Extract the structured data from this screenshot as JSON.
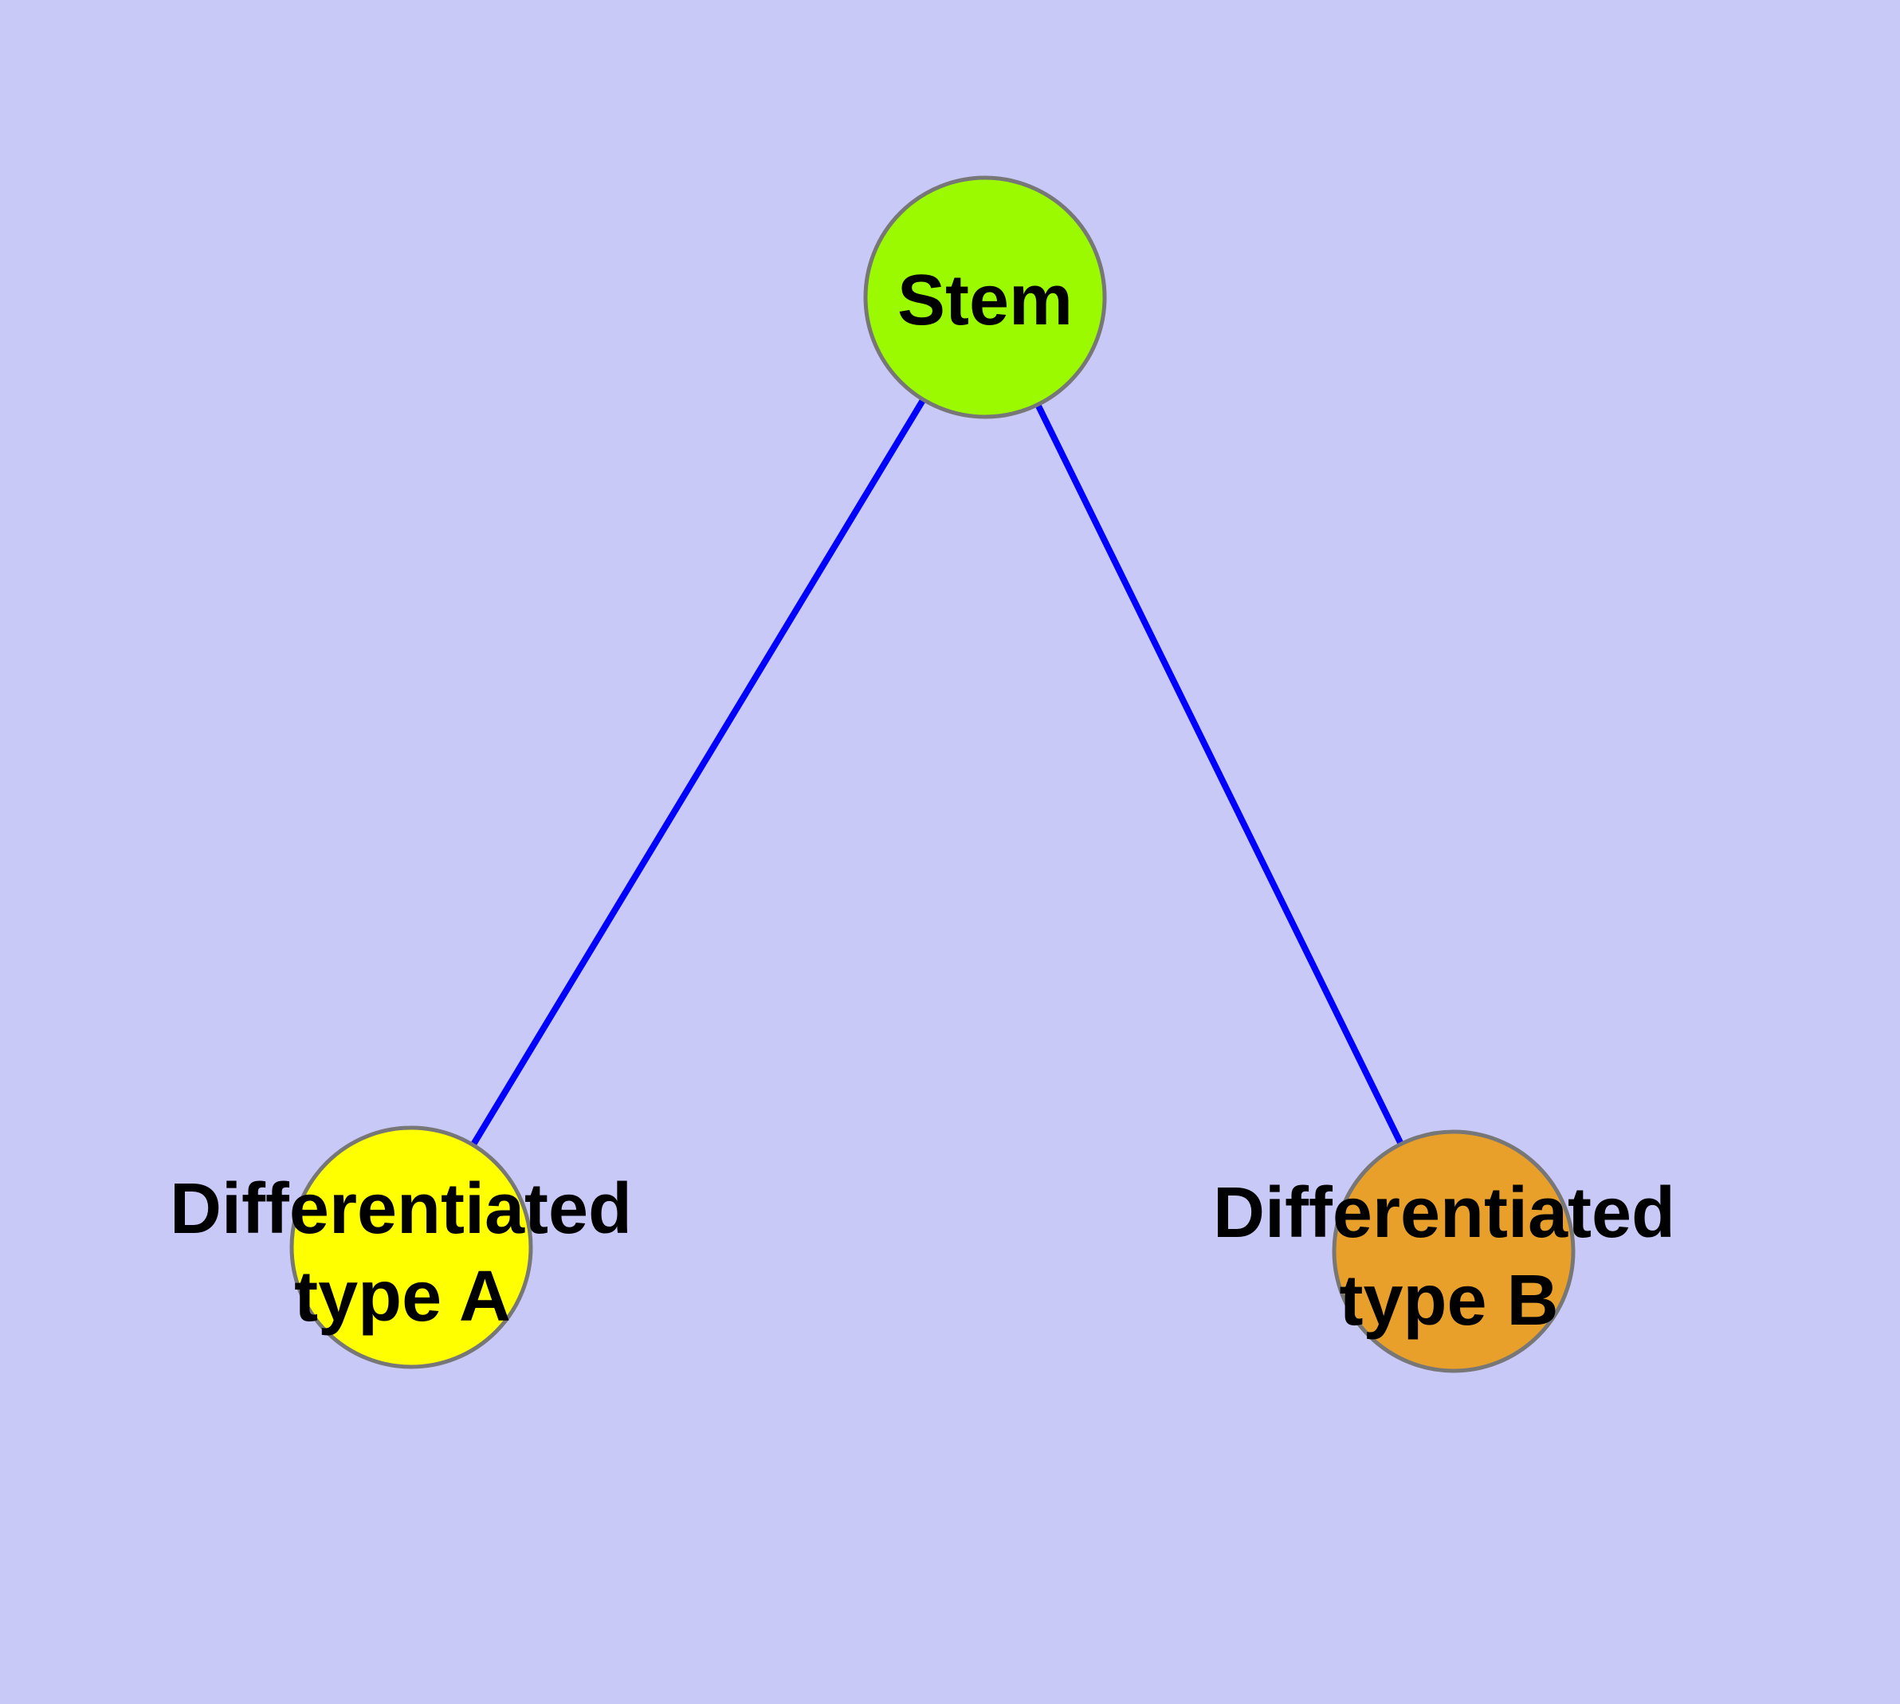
{
  "colors": {
    "background": "#c9c9f8",
    "edge": "#0000ff",
    "node_border": "#777777",
    "label_text": "#000000"
  },
  "nodes": {
    "stem": {
      "label": "Stem",
      "fill": "#9bfa00"
    },
    "type_a": {
      "label_line1": "Differentiated",
      "label_line2": "type A",
      "fill": "#ffff00"
    },
    "type_b": {
      "label_line1": "Differentiated",
      "label_line2": "type B",
      "fill": "#e8a02b"
    }
  },
  "edges": {
    "stem_to_a": "stem → type A",
    "stem_to_b": "stem → type B"
  }
}
